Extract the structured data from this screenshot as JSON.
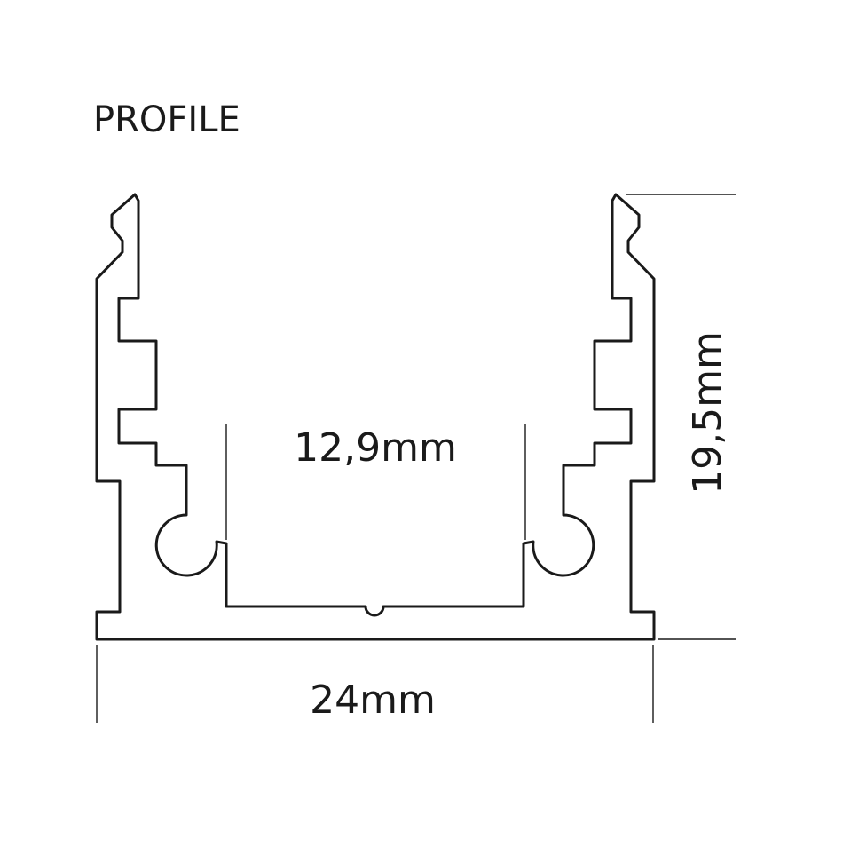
{
  "title": "PROFILE",
  "dimensions": {
    "inner_width": "12,9mm",
    "outer_width": "24mm",
    "height": "19,5mm"
  },
  "colors": {
    "line": "#1a1a1a",
    "background": "#ffffff"
  }
}
